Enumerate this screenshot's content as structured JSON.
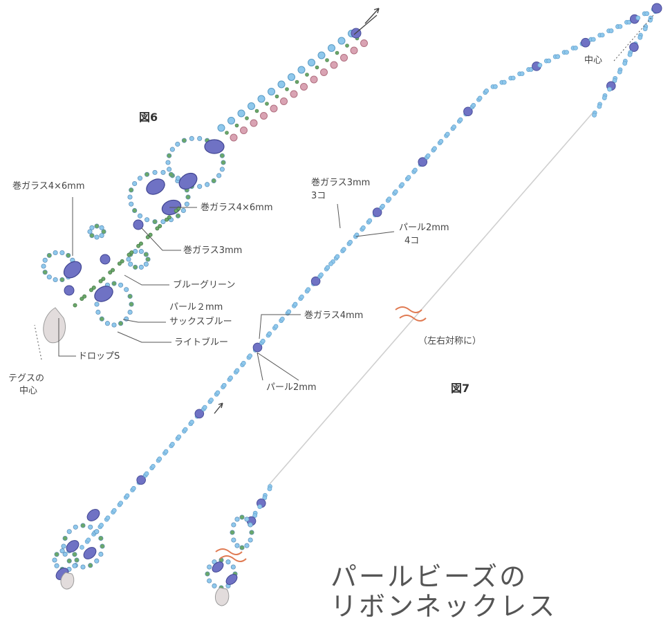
{
  "figures": {
    "fig6": "図6",
    "fig7": "図7"
  },
  "labels": {
    "makigarasu_4x6_a": "巻ガラス4×6mm",
    "makigarasu_4x6_b": "巻ガラス4×6mm",
    "makigarasu_3": "巻ガラス3mm",
    "blue_green": "ブルーグリーン",
    "pearl_2": "パール２mm",
    "sax_blue": "サックスブルー",
    "light_blue": "ライトブルー",
    "drop_s": "ドロップS",
    "tegusu_center_1": "テグスの",
    "tegusu_center_2": "中心",
    "makigarasu_3_count_1": "巻ガラス3mm",
    "makigarasu_3_count_2": "3コ",
    "pearl_2_count_1": "パール2mm",
    "pearl_2_count_2": "4コ",
    "makigarasu_4": "巻ガラス4mm",
    "pearl_2_b": "パール2mm",
    "center": "中心",
    "symmetric": "（左右対称に）"
  },
  "title": {
    "line1": "パールビーズの",
    "line2": "リボンネックレス"
  },
  "colors": {
    "bead_light_blue": "#8fc8ec",
    "bead_blue_glass": "#6f72c4",
    "bead_green": "#6aa86a",
    "bead_pink": "#d9a3b3",
    "thread": "#c9c9c9",
    "drop": "#e2dcdc",
    "wave": "#e07a52"
  }
}
